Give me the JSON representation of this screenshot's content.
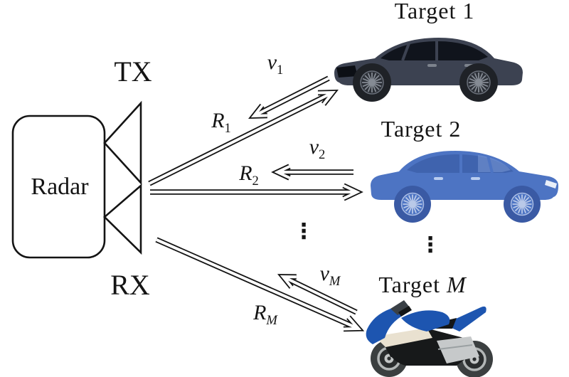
{
  "colors": {
    "background": "#ffffff",
    "line": "#141414",
    "target1_body": "#3c4251",
    "target1_window": "#10141c",
    "target2_body": "#4d74c3",
    "target2_window": "#3f63ae",
    "motorcycle_blue": "#1d55b0",
    "motorcycle_black": "#17191a",
    "motorcycle_cream": "#e9e1d0",
    "motorcycle_gray": "#c6c9ca"
  },
  "radar": {
    "box_label": "Radar",
    "tx_label": "TX",
    "rx_label": "RX"
  },
  "annotations": {
    "v1": {
      "symbol": "v",
      "sub": "1"
    },
    "R1": {
      "symbol": "R",
      "sub": "1"
    },
    "v2": {
      "symbol": "v",
      "sub": "2"
    },
    "R2": {
      "symbol": "R",
      "sub": "2"
    },
    "vM": {
      "symbol": "v",
      "sub": "M"
    },
    "RM": {
      "symbol": "R",
      "sub": "M"
    },
    "ellipsis": "⋮"
  },
  "targets": {
    "target1": {
      "label_prefix": "Target",
      "label_index": "1",
      "vehicle": "dark-sedan"
    },
    "target2": {
      "label_prefix": "Target",
      "label_index": "2",
      "vehicle": "blue-sedan"
    },
    "targetM": {
      "label_prefix": "Target",
      "label_index": "M",
      "vehicle": "sport-motorcycle"
    }
  }
}
